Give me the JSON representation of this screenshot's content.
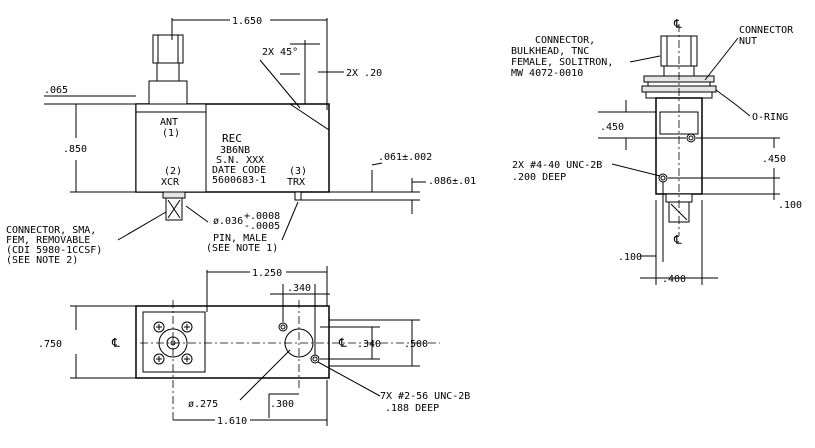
{
  "front_view": {
    "overall_width": "1.650",
    "chamfer": "2X 45°",
    "chamfer_size": "2X .20",
    "top_offset": ".065",
    "height": ".850",
    "port_ant": "ANT",
    "port_ant_num": "(1)",
    "label_rec": "REC",
    "part_number": "3B6NB",
    "serial": "S.N. XXX",
    "date_code_label": "DATE CODE",
    "date_code": "5600683-1",
    "port_xcr_num": "(2)",
    "port_xcr": "XCR",
    "port_trx_num": "(3)",
    "port_trx": "TRX",
    "pin_ext": ".061±.002",
    "pin_dim2": ".086±.01",
    "pin_dia": "ø.036",
    "pin_tol_plus": "+.0008",
    "pin_tol_minus": "-.0005",
    "pin_male": "PIN, MALE",
    "pin_note": "(SEE NOTE 1)",
    "sma_1": "CONNECTOR, SMA,",
    "sma_2": "FEM, REMOVABLE",
    "sma_3": "(CDI 5980-1CCSF)",
    "sma_4": "(SEE NOTE 2)"
  },
  "bottom_view": {
    "width": "1.250",
    "hole_spacing": ".340",
    "height": ".750",
    "centerline": "℄",
    "centerline_right": "℄",
    "right_spacing": ".340",
    "right_height": ".500",
    "hole_dia": "ø.275",
    "offset": ".300",
    "overall": "1.610",
    "thread_1": "7X #2-56 UNC-2B",
    "thread_2": ".188 DEEP"
  },
  "side_view": {
    "tnc_1": "CONNECTOR,",
    "tnc_2": "BULKHEAD, TNC",
    "tnc_3": "FEMALE, SOLITRON,",
    "tnc_4": "MW 4072-0010",
    "nut_1": "CONNECTOR",
    "nut_2": "NUT",
    "oring": "O-RING",
    "dim_450_left": ".450",
    "dim_450_right": ".450",
    "thread_1": "2X #4-40 UNC-2B",
    "thread_2": ".200 DEEP",
    "dim_100_bottom": ".100",
    "dim_100_right": ".100",
    "dim_400": ".400",
    "centerline_top": "℄",
    "centerline_bottom": "℄"
  }
}
